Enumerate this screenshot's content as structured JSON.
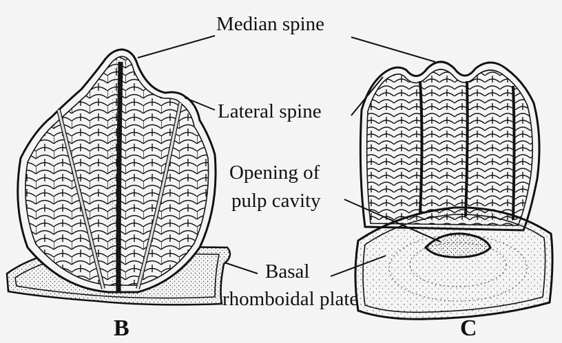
{
  "labels": {
    "median_spine": "Median spine",
    "lateral_spine": "Lateral spine",
    "opening_line1": "Opening of",
    "opening_line2": "pulp cavity",
    "basal_line1": "Basal",
    "basal_line2": "rhomboidal plate",
    "fig_b": "B",
    "fig_c": "C"
  }
}
